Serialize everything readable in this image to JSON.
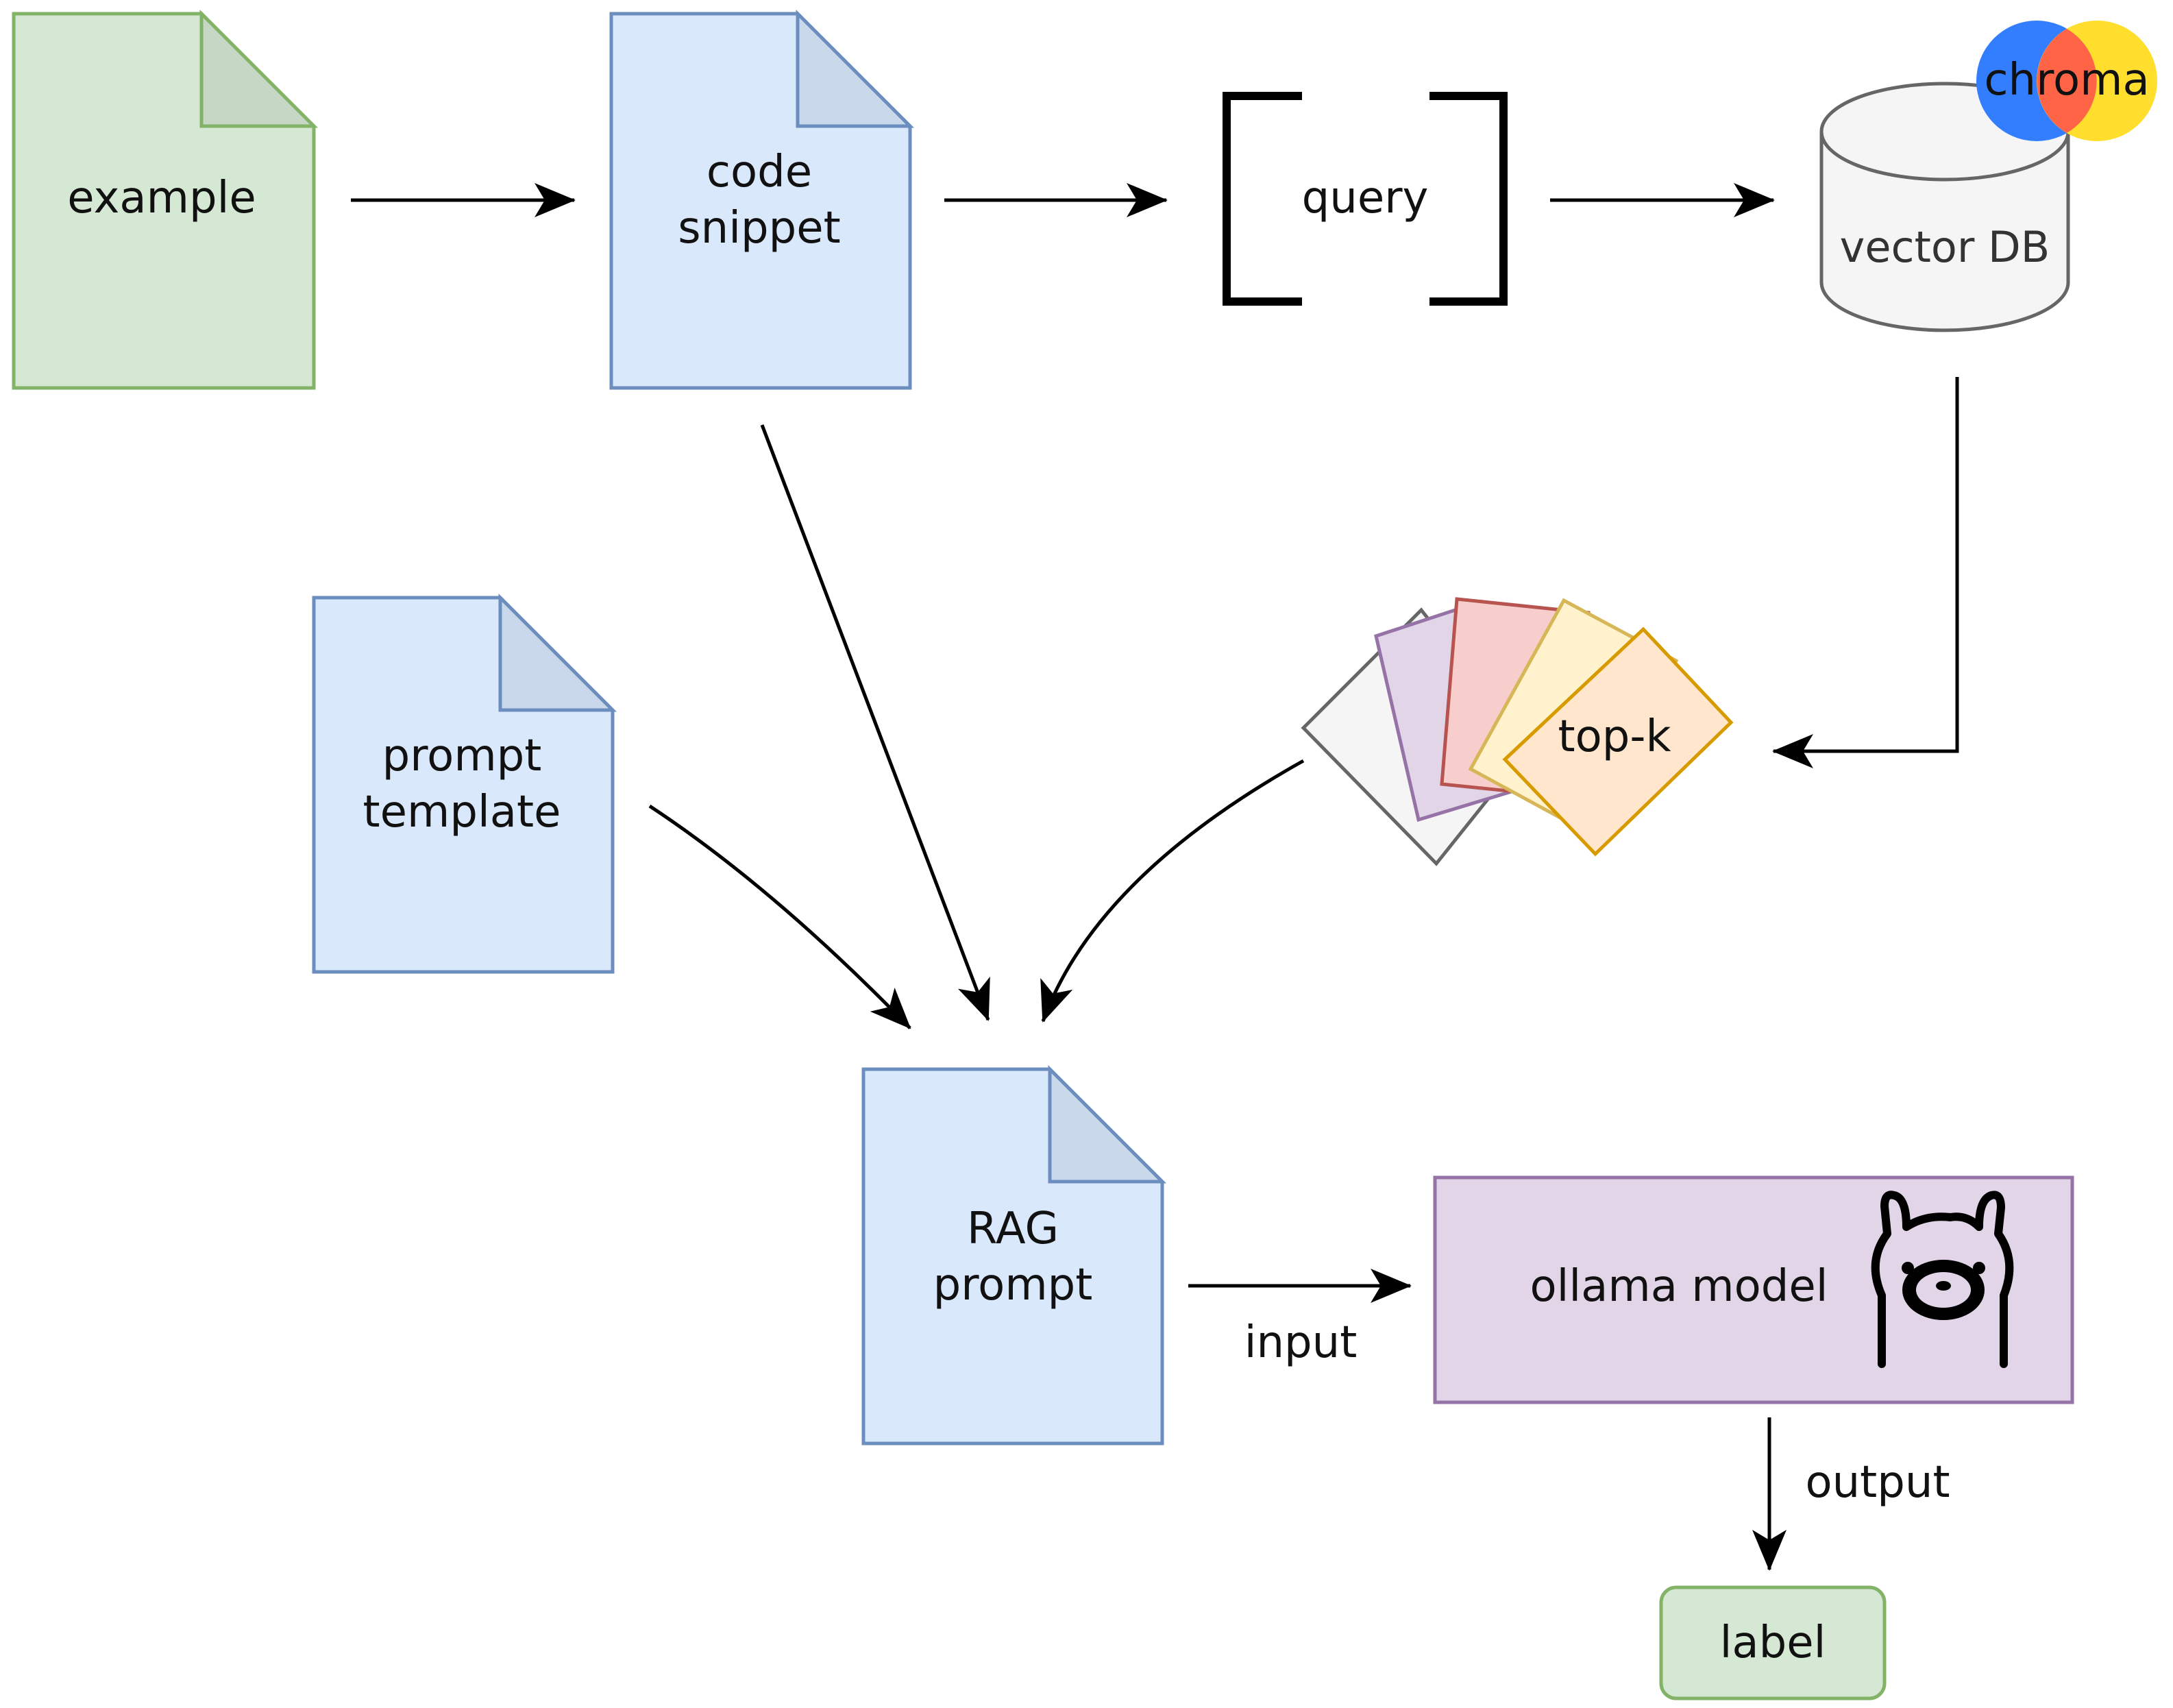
{
  "nodes": {
    "example": "example",
    "code_snippet": [
      "code",
      "snippet"
    ],
    "query": "query",
    "vector_db": "vector DB",
    "chroma_logo": "chroma",
    "prompt_template": [
      "prompt",
      "template"
    ],
    "top_k": "top-k",
    "rag_prompt": [
      "RAG",
      "prompt"
    ],
    "ollama_model": "ollama model",
    "label": "label"
  },
  "edges": {
    "input": "input",
    "output": "output"
  },
  "icons": {
    "chroma": "chroma-logo-icon",
    "llama": "ollama-llama-icon"
  },
  "colors": {
    "green_fill": "#d5e8d4",
    "green_stroke": "#82b366",
    "blue_fill": "#dae8fc",
    "blue_stroke": "#6c8ebf",
    "purple_fill": "#e1d5e7",
    "purple_stroke": "#9673a6",
    "gray_fill": "#f5f5f5",
    "gray_stroke": "#666666",
    "red_fill": "#f8cecc",
    "red_stroke": "#b85450",
    "yellow_fill": "#fff2cc",
    "yellow_stroke": "#d6b656",
    "orange_fill": "#ffe6cc",
    "orange_stroke": "#d79b00"
  }
}
